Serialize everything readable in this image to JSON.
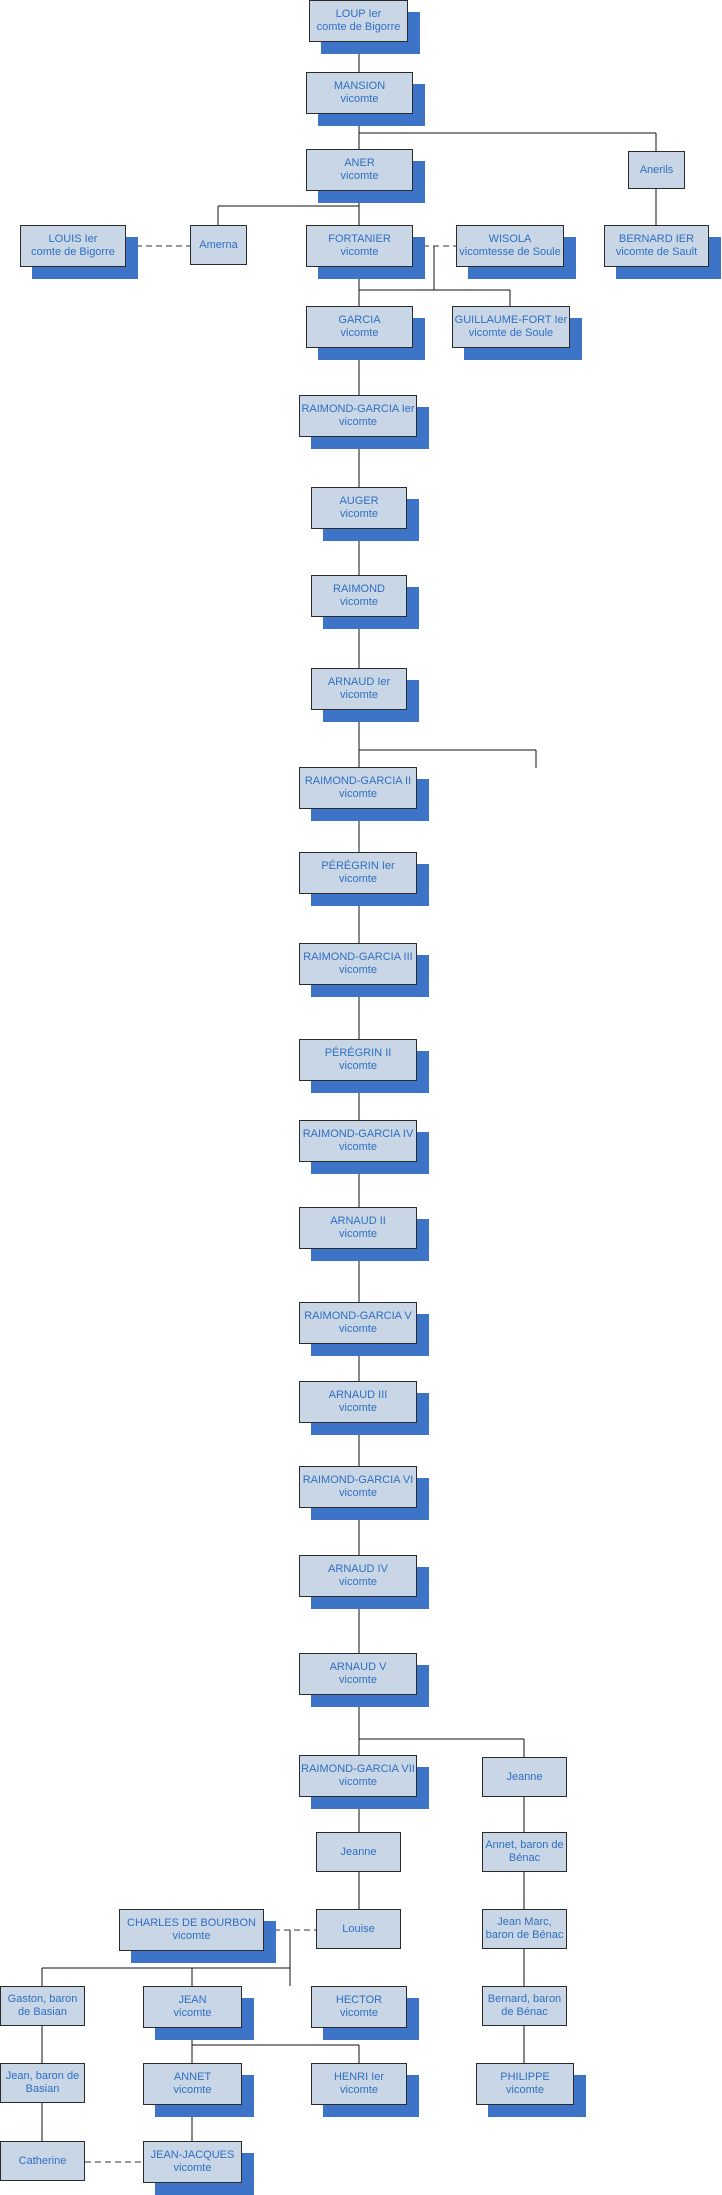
{
  "nodes": [
    {
      "id": "loup",
      "name": "LOUP Ier",
      "title": "comte de Bigorre"
    },
    {
      "id": "mansion",
      "name": "MANSION",
      "title": "vicomte"
    },
    {
      "id": "aner",
      "name": "ANER",
      "title": "vicomte"
    },
    {
      "id": "anerils",
      "name": "Anerils",
      "title": ""
    },
    {
      "id": "louis",
      "name": "LOUIS Ier",
      "title": "comte de Bigorre"
    },
    {
      "id": "amerna",
      "name": "Amerna",
      "title": ""
    },
    {
      "id": "fortanier",
      "name": "FORTANIER",
      "title": "vicomte"
    },
    {
      "id": "wisola",
      "name": "WISOLA",
      "title": "vicomtesse de Soule"
    },
    {
      "id": "bernard",
      "name": "BERNARD IER",
      "title": "vicomte de Sault"
    },
    {
      "id": "garcia",
      "name": "GARCIA",
      "title": "vicomte"
    },
    {
      "id": "guillaume",
      "name": "GUILLAUME-FORT Ier",
      "title": "vicomte de Soule"
    },
    {
      "id": "rg1",
      "name": "RAIMOND-GARCIA Ier",
      "title": "vicomte"
    },
    {
      "id": "auger",
      "name": "AUGER",
      "title": "vicomte"
    },
    {
      "id": "raimond",
      "name": "RAIMOND",
      "title": "vicomte"
    },
    {
      "id": "arnaud1",
      "name": "ARNAUD Ier",
      "title": "vicomte"
    },
    {
      "id": "rg2",
      "name": "RAIMOND-GARCIA II",
      "title": "vicomte"
    },
    {
      "id": "peregrin1",
      "name": "PÉRÉGRIN Ier",
      "title": "vicomte"
    },
    {
      "id": "rg3",
      "name": "RAIMOND-GARCIA III",
      "title": "vicomte"
    },
    {
      "id": "peregrin2",
      "name": "PÉRÉGRIN II",
      "title": "vicomte"
    },
    {
      "id": "rg4",
      "name": "RAIMOND-GARCIA IV",
      "title": "vicomte"
    },
    {
      "id": "arnaud2",
      "name": "ARNAUD II",
      "title": "vicomte"
    },
    {
      "id": "rg5",
      "name": "RAIMOND-GARCIA V",
      "title": "vicomte"
    },
    {
      "id": "arnaud3",
      "name": "ARNAUD III",
      "title": "vicomte"
    },
    {
      "id": "rg6",
      "name": "RAIMOND-GARCIA VI",
      "title": "vicomte"
    },
    {
      "id": "arnaud4",
      "name": "ARNAUD IV",
      "title": "vicomte"
    },
    {
      "id": "arnaud5",
      "name": "ARNAUD V",
      "title": "vicomte"
    },
    {
      "id": "rg7",
      "name": "RAIMOND-GARCIA VII",
      "title": "vicomte"
    },
    {
      "id": "jeanne_r",
      "name": "Jeanne",
      "title": ""
    },
    {
      "id": "jeanne_c",
      "name": "Jeanne",
      "title": ""
    },
    {
      "id": "annet_benac",
      "name": "Annet, baron de",
      "title": "Bénac"
    },
    {
      "id": "charles",
      "name": "CHARLES DE BOURBON",
      "title": "vicomte"
    },
    {
      "id": "louise",
      "name": "Louise",
      "title": ""
    },
    {
      "id": "jeanmarc",
      "name": "Jean Marc,",
      "title": "baron de Bénac"
    },
    {
      "id": "gaston",
      "name": "Gaston, baron",
      "title": "de Basian"
    },
    {
      "id": "jean",
      "name": "JEAN",
      "title": "vicomte"
    },
    {
      "id": "hector",
      "name": "HECTOR",
      "title": "vicomte"
    },
    {
      "id": "bernard_benac",
      "name": "Bernard, baron",
      "title": "de Bénac"
    },
    {
      "id": "jeanbasian",
      "name": "Jean, baron de",
      "title": "Basian"
    },
    {
      "id": "annet",
      "name": "ANNET",
      "title": "vicomte"
    },
    {
      "id": "henri",
      "name": "HENRI Ier",
      "title": "vicomte"
    },
    {
      "id": "philippe",
      "name": "PHILIPPE",
      "title": "vicomte"
    },
    {
      "id": "catherine",
      "name": "Catherine",
      "title": ""
    },
    {
      "id": "jeanjacques",
      "name": "JEAN-JACQUES",
      "title": "vicomte"
    }
  ]
}
